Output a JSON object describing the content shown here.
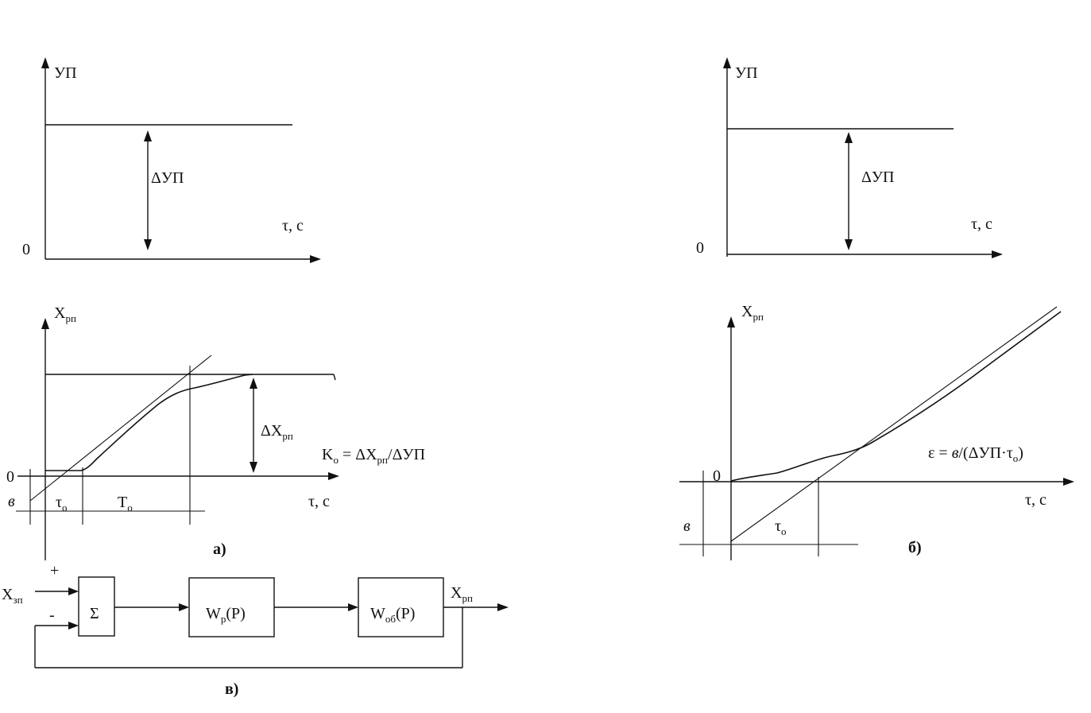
{
  "panel_a": {
    "top": {
      "y_axis_label": "УП",
      "delta_label": "ΔУП",
      "x_axis_label": "τ, с",
      "origin_label": "0"
    },
    "bottom": {
      "y_axis_label": "X",
      "y_axis_sub": "рп",
      "delta_label": "ΔX",
      "delta_sub": "рп",
      "formula_pre": "K",
      "formula_pre_sub": "о",
      "formula_mid": " = ΔX",
      "formula_mid_sub": "рп",
      "formula_post": "/ΔУП",
      "origin_label": "0",
      "x_axis_label": "τ, с",
      "b_label": "в",
      "tau_label": "τ",
      "tau_sub": "о",
      "T_label": "T",
      "T_sub": "о"
    },
    "caption": "а)"
  },
  "panel_b": {
    "top": {
      "y_axis_label": "УП",
      "delta_label": "ΔУП",
      "x_axis_label": "τ, с",
      "origin_label": "0"
    },
    "bottom": {
      "y_axis_label": "X",
      "y_axis_sub": "рп",
      "formula_pre": "ε = ",
      "formula_b": "в",
      "formula_mid": "/(ΔУП·τ",
      "formula_sub": "о",
      "formula_post": ")",
      "origin_label": "0",
      "x_axis_label": "τ, с",
      "b_label": "в",
      "tau_label": "τ",
      "tau_sub": "о"
    },
    "caption": "б)"
  },
  "panel_c": {
    "input_label": "X",
    "input_sub": "зп",
    "plus": "+",
    "minus": "-",
    "sum_block": "Σ",
    "block1": "W",
    "block1_sub": "р",
    "block1_arg": "(P)",
    "block2": "W",
    "block2_sub": "об",
    "block2_arg": "(P)",
    "output_label": "X",
    "output_sub": "рп",
    "caption": "в)"
  }
}
